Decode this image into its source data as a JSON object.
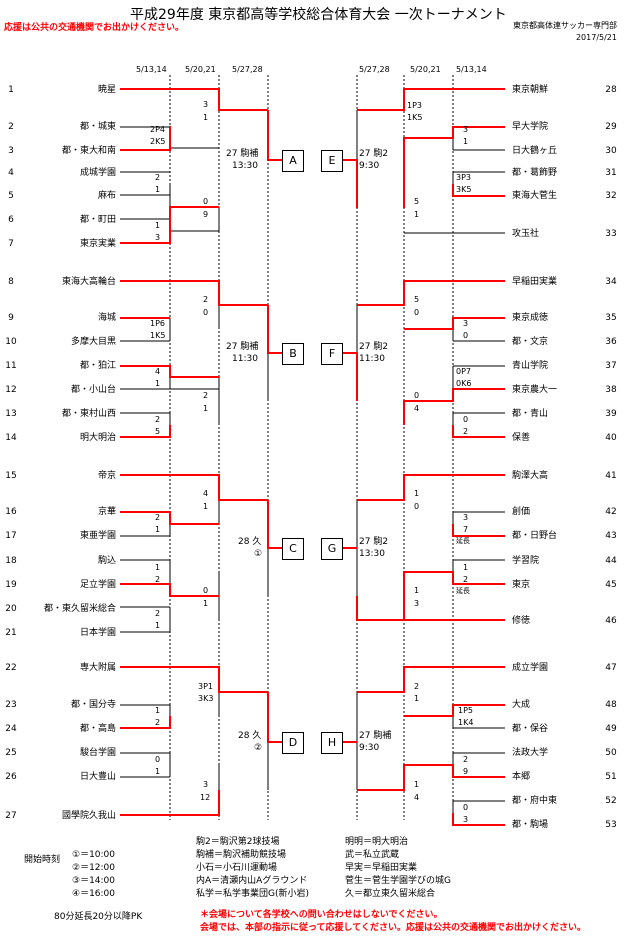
{
  "title": "平成29年度 東京都高等学校総合体育大会 一次トーナメント",
  "subtitle_note": "応援は公共の交通機関でお出かけください。",
  "organizer": "東京都高体連サッカー専門部",
  "date": "2017/5/21",
  "round_headers_left": [
    "5/13,14",
    "5/20,21",
    "5/27,28"
  ],
  "round_headers_right": [
    "5/27,28",
    "5/20,21",
    "5/13,14"
  ],
  "left_teams": [
    {
      "num": "1",
      "name": "暁星"
    },
    {
      "num": "2",
      "name": "都・城東"
    },
    {
      "num": "3",
      "name": "都・東大和南"
    },
    {
      "num": "4",
      "name": "成城学園"
    },
    {
      "num": "5",
      "name": "麻布"
    },
    {
      "num": "6",
      "name": "都・町田"
    },
    {
      "num": "7",
      "name": "東京実業"
    },
    {
      "num": "8",
      "name": "東海大高輪台"
    },
    {
      "num": "9",
      "name": "海城"
    },
    {
      "num": "10",
      "name": "多摩大目黒"
    },
    {
      "num": "11",
      "name": "都・狛江"
    },
    {
      "num": "12",
      "name": "都・小山台"
    },
    {
      "num": "13",
      "name": "都・東村山西"
    },
    {
      "num": "14",
      "name": "明大明治"
    },
    {
      "num": "15",
      "name": "帝京"
    },
    {
      "num": "16",
      "name": "京華"
    },
    {
      "num": "17",
      "name": "東亜学園"
    },
    {
      "num": "18",
      "name": "駒込"
    },
    {
      "num": "19",
      "name": "足立学園"
    },
    {
      "num": "20",
      "name": "都・東久留米総合"
    },
    {
      "num": "21",
      "name": "日本学園"
    },
    {
      "num": "22",
      "name": "専大附属"
    },
    {
      "num": "23",
      "name": "都・国分寺"
    },
    {
      "num": "24",
      "name": "都・高島"
    },
    {
      "num": "25",
      "name": "駿台学園"
    },
    {
      "num": "26",
      "name": "日大豊山"
    },
    {
      "num": "27",
      "name": "國學院久我山"
    }
  ],
  "right_teams": [
    {
      "num": "28",
      "name": "東京朝鮮"
    },
    {
      "num": "29",
      "name": "早大学院"
    },
    {
      "num": "30",
      "name": "日大鶴ヶ丘"
    },
    {
      "num": "31",
      "name": "都・葛飾野"
    },
    {
      "num": "32",
      "name": "東海大菅生"
    },
    {
      "num": "33",
      "name": "攻玉社"
    },
    {
      "num": "34",
      "name": "早稲田実業"
    },
    {
      "num": "35",
      "name": "東京成徳"
    },
    {
      "num": "36",
      "name": "都・文京"
    },
    {
      "num": "37",
      "name": "青山学院"
    },
    {
      "num": "38",
      "name": "東京農大一"
    },
    {
      "num": "39",
      "name": "都・青山"
    },
    {
      "num": "40",
      "name": "保善"
    },
    {
      "num": "41",
      "name": "駒澤大高"
    },
    {
      "num": "42",
      "name": "創価"
    },
    {
      "num": "43",
      "name": "都・日野台"
    },
    {
      "num": "44",
      "name": "学習院"
    },
    {
      "num": "45",
      "name": "東京"
    },
    {
      "num": "46",
      "name": "修徳"
    },
    {
      "num": "47",
      "name": "成立学園"
    },
    {
      "num": "48",
      "name": "大成"
    },
    {
      "num": "49",
      "name": "都・保谷"
    },
    {
      "num": "50",
      "name": "法政大学"
    },
    {
      "num": "51",
      "name": "本郷"
    },
    {
      "num": "52",
      "name": "都・府中東"
    },
    {
      "num": "53",
      "name": "都・駒場"
    }
  ],
  "scores": {
    "s1": [
      "2P4",
      "2K5"
    ],
    "s2": [
      "3",
      "1"
    ],
    "s3": [
      "2",
      "1"
    ],
    "s4": [
      "1",
      "3"
    ],
    "s5": [
      "0",
      "9"
    ],
    "s6": [
      "2",
      "0"
    ],
    "s7": [
      "1P6",
      "1K5"
    ],
    "s8": [
      "4",
      "1"
    ],
    "s9": [
      "2",
      "5"
    ],
    "s10": [
      "2",
      "1"
    ],
    "s11": [
      "4",
      "1"
    ],
    "s12": [
      "2",
      "1"
    ],
    "s13": [
      "1",
      "2"
    ],
    "s14": [
      "2",
      "1"
    ],
    "s15": [
      "0",
      "1"
    ],
    "s16": [
      "3P1",
      "3K3"
    ],
    "s17": [
      "1",
      "2"
    ],
    "s18": [
      "0",
      "1"
    ],
    "s19": [
      "3",
      "12"
    ],
    "r1": [
      "1P3",
      "1K5"
    ],
    "r2": [
      "3",
      "1"
    ],
    "r3": [
      "3P3",
      "3K5"
    ],
    "r4": [
      "5",
      "1"
    ],
    "r5": [
      "5",
      "0"
    ],
    "r6": [
      "3",
      "0"
    ],
    "r7": [
      "0P7",
      "0K6"
    ],
    "r8": [
      "0",
      "4"
    ],
    "r9": [
      "0",
      "2"
    ],
    "r10": [
      "1",
      "0"
    ],
    "r11": [
      "3",
      "7"
    ],
    "r12": [
      "1",
      "2"
    ],
    "r13": [
      "1",
      "3"
    ],
    "r14": [
      "2",
      "1"
    ],
    "r15": [
      "1P5",
      "1K4"
    ],
    "r16": [
      "2",
      "9"
    ],
    "r17": [
      "1",
      "4"
    ],
    "r18": [
      "0",
      "3"
    ]
  },
  "extra_label": "延長",
  "venues": {
    "A": [
      "27 駒補",
      "13:30"
    ],
    "B": [
      "27 駒補",
      "11:30"
    ],
    "C": [
      "28 久",
      "①"
    ],
    "D": [
      "28 久",
      "②"
    ],
    "E": [
      "27 駒2",
      "9:30"
    ],
    "F": [
      "27 駒2",
      "11:30"
    ],
    "G": [
      "27 駒2",
      "13:30"
    ],
    "H": [
      "27 駒補",
      "9:30"
    ]
  },
  "blocks_left": [
    "A",
    "B",
    "C",
    "D"
  ],
  "blocks_right": [
    "E",
    "F",
    "G",
    "H"
  ],
  "kickoff_label": "開始時刻",
  "kickoff_times": [
    "①＝10:00",
    "②＝12:00",
    "③＝14:00",
    "④＝16:00"
  ],
  "legend_col1": [
    "駒2＝駒沢第2球技場",
    "駒補＝駒沢補助競技場",
    "小石＝小石川運動場",
    "内A＝清瀬内山Aグラウンド",
    "私学＝私学事業団G(新小岩)"
  ],
  "legend_col2": [
    "明明＝明大明治",
    "武＝私立武蔵",
    "早実＝早稲田実業",
    "菅生＝菅生学園学びの城G",
    "久＝都立東久留米総合"
  ],
  "rules": "80分延長20分以降PK",
  "footer_notes": [
    "＊会場について各学校への問い合わせはしないでください。",
    "会場では、本部の指示に従って応援してください。応援は公共の交通機関でお出かけください。"
  ],
  "colors": {
    "winner_line": "#ff0000",
    "line": "#000000",
    "accent": "#ff0000"
  }
}
